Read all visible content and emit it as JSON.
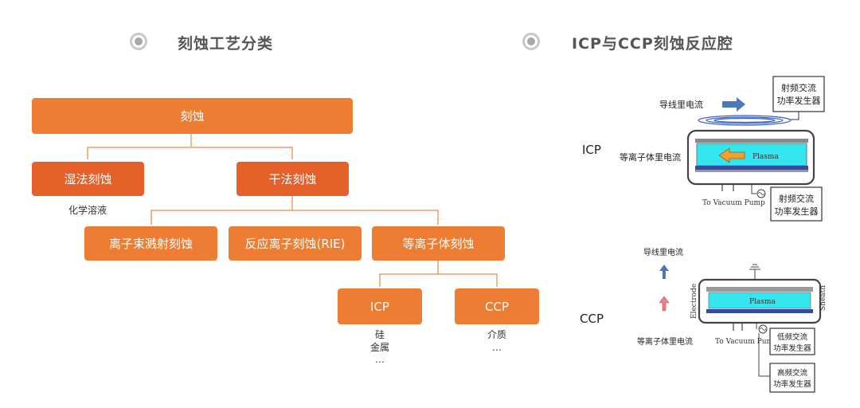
{
  "left": {
    "title": "刻蚀工艺分类",
    "nodes": {
      "root": "刻蚀",
      "wet": "湿法刻蚀",
      "dry": "干法刻蚀",
      "ion_beam": "离子束溅射刻蚀",
      "rie": "反应离子刻蚀(RIE)",
      "plasma": "等离子体刻蚀",
      "icp": "ICP",
      "ccp": "CCP"
    },
    "notes": {
      "wet": "化学溶液",
      "icp_1": "硅",
      "icp_2": "金属",
      "icp_3": "…",
      "ccp_1": "介质",
      "ccp_2": "…"
    }
  },
  "right": {
    "title": "ICP与CCP刻蚀反应腔",
    "icp": {
      "label": "ICP",
      "wire_current": "导线里电流",
      "plasma_current": "等离子体里电流",
      "plasma": "Plasma",
      "vacuum": "To Vacuum Pump",
      "rf_top_1": "射频交流",
      "rf_top_2": "功率发生器",
      "rf_bottom_1": "射频交流",
      "rf_bottom_2": "功率发生器"
    },
    "ccp": {
      "label": "CCP",
      "wire_current": "导线里电流",
      "plasma_current": "等离子体里电流",
      "plasma": "Plasma",
      "vacuum": "To Vacuum Pump",
      "electrode": "Electrode",
      "sheath": "Sheath",
      "lf_1": "低频交流",
      "lf_2": "功率发生器",
      "hf_1": "高频交流",
      "hf_2": "功率发生器"
    }
  },
  "colors": {
    "box_light": "#ee7d34",
    "box_dark": "#e6602a",
    "plasma": "#33e6f0",
    "arrow_blue": "#4a78b8",
    "arrow_orange": "#f0a030",
    "arrow_pink": "#f08080"
  }
}
